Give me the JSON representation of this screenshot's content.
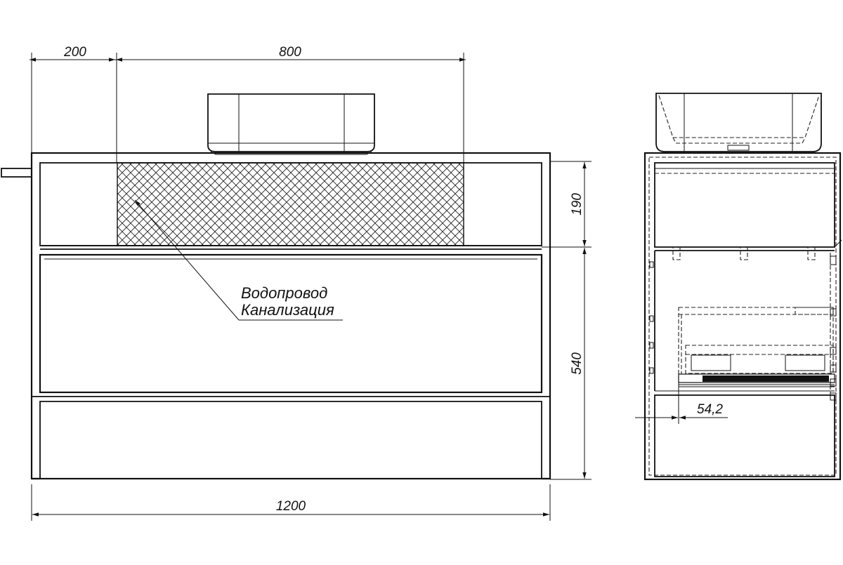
{
  "dimensions": {
    "top_left_width": "200",
    "top_sink_width": "800",
    "overall_width": "1200",
    "upper_height": "190",
    "lower_height": "540",
    "side_depth": "54,2"
  },
  "callout": {
    "line1": "Водопровод",
    "line2": "Канализация"
  }
}
